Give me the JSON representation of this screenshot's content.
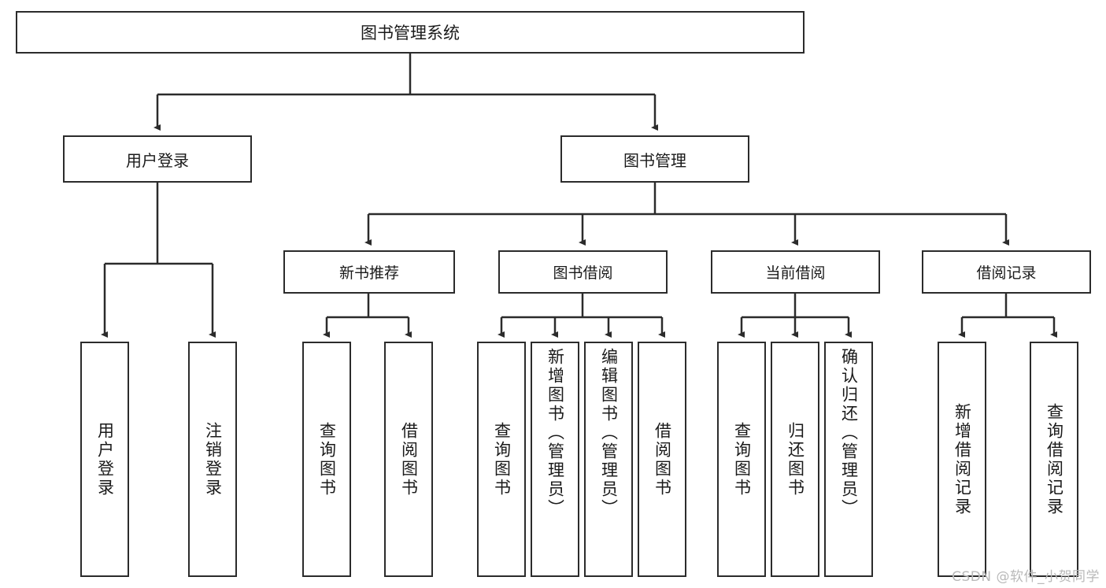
{
  "diagram": {
    "title": "图书管理系统",
    "watermark": "CSDN @软件_小贺同学",
    "level2": [
      {
        "label": "用户登录"
      },
      {
        "label": "图书管理"
      }
    ],
    "level3": [
      {
        "label": "新书推荐"
      },
      {
        "label": "图书借阅"
      },
      {
        "label": "当前借阅"
      },
      {
        "label": "借阅记录"
      }
    ],
    "leaves": {
      "user_login": [
        {
          "label": "用户登录"
        },
        {
          "label": "注销登录"
        }
      ],
      "new_book_recommend": [
        {
          "label": "查询图书"
        },
        {
          "label": "借阅图书"
        }
      ],
      "book_borrow": [
        {
          "label": "查询图书"
        },
        {
          "label": "新增图书（管理员）"
        },
        {
          "label": "编辑图书（管理员）"
        },
        {
          "label": "借阅图书"
        }
      ],
      "current_borrow": [
        {
          "label": "查询图书"
        },
        {
          "label": "归还图书"
        },
        {
          "label": "确认归还（管理员）"
        }
      ],
      "borrow_records": [
        {
          "label": "新增借阅记录"
        },
        {
          "label": "查询借阅记录"
        }
      ]
    },
    "colors": {
      "stroke": "#2b2b2b",
      "background": "#ffffff",
      "text": "#1a1a1a",
      "watermark": "#b9b9b9"
    }
  }
}
